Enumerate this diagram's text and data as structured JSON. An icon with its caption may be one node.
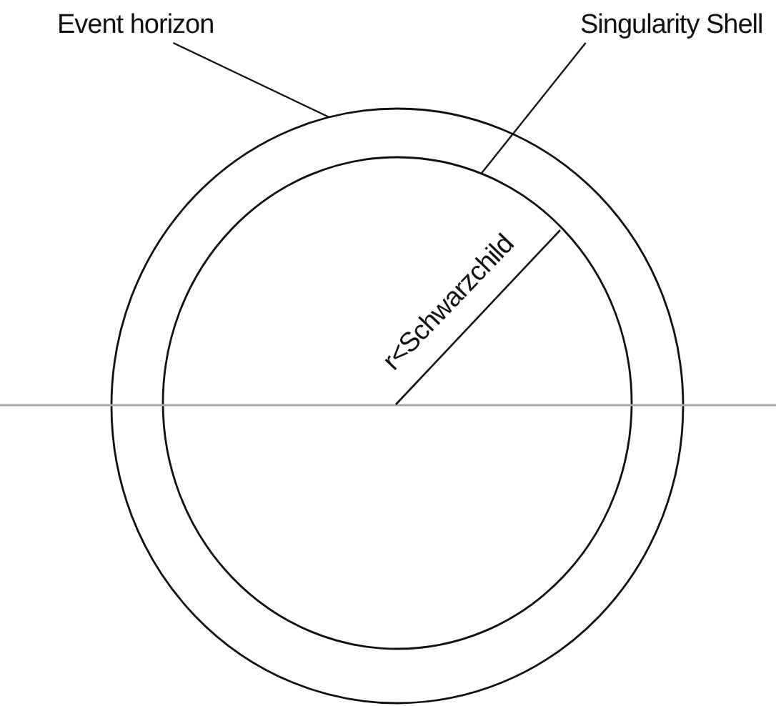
{
  "diagram": {
    "nodes": [
      {
        "text": [
          "Event horizon"
        ]
      },
      {
        "text": [],
        "shape": "circle"
      },
      {
        "text": [
          "Singularity Shell"
        ]
      },
      {
        "text": [],
        "shape": "circle",
        "in": 1
      }
    ],
    "edges": [
      {
        "from": 0,
        "to": 1,
        "arrow": "none"
      },
      {
        "from": 2,
        "to": 3,
        "arrow": "none"
      }
    ],
    "labels": [
      "r<Schwarzchild"
    ]
  }
}
